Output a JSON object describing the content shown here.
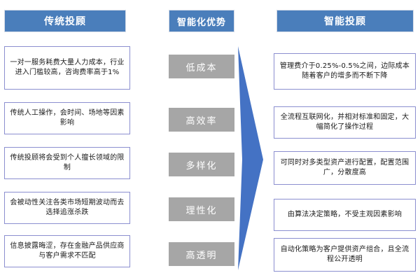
{
  "diagram": {
    "title_left": "传统投顾",
    "title_center": "智能化优势",
    "title_right": "智能投顾",
    "colors": {
      "header_blue": "#4A7EBB",
      "arrow_blue": "#4472C4",
      "chip_grey": "#A6A6A6",
      "box_border": "#8B8FD0",
      "background": "#FFFFFF"
    },
    "left_items": [
      {
        "text": "一对一服务耗费大量人力成本，行业进入门槛较高，咨询费率高于1%"
      },
      {
        "text": "传统人工操作，会时间、场地等因素影响"
      },
      {
        "text": "传统投顾将会受到个人擅长领域的限制"
      },
      {
        "text": "会被动性关注各类市场短期波动而去选择追涨杀跌"
      },
      {
        "text": "信息披露晦涩，存在金融产品供应商与客户需求不匹配"
      }
    ],
    "center_items": [
      {
        "text": "低成本"
      },
      {
        "text": "高效率"
      },
      {
        "text": "多样化"
      },
      {
        "text": "理性化"
      },
      {
        "text": "高透明"
      }
    ],
    "right_items": [
      {
        "text": "管理费介于0.25%-0.5%之间，边际成本随着客户的增多而不断下降"
      },
      {
        "text": "全流程互联网化，并相对标准和固定，大幅简化了操作过程"
      },
      {
        "text": "可同时对多类型资产进行配置，配置范围广，分散度高"
      },
      {
        "text": "由算法决定策略，不受主观因素影响"
      },
      {
        "text": "自动化策略为客户提供资产组合，且全流程公开透明"
      }
    ]
  }
}
